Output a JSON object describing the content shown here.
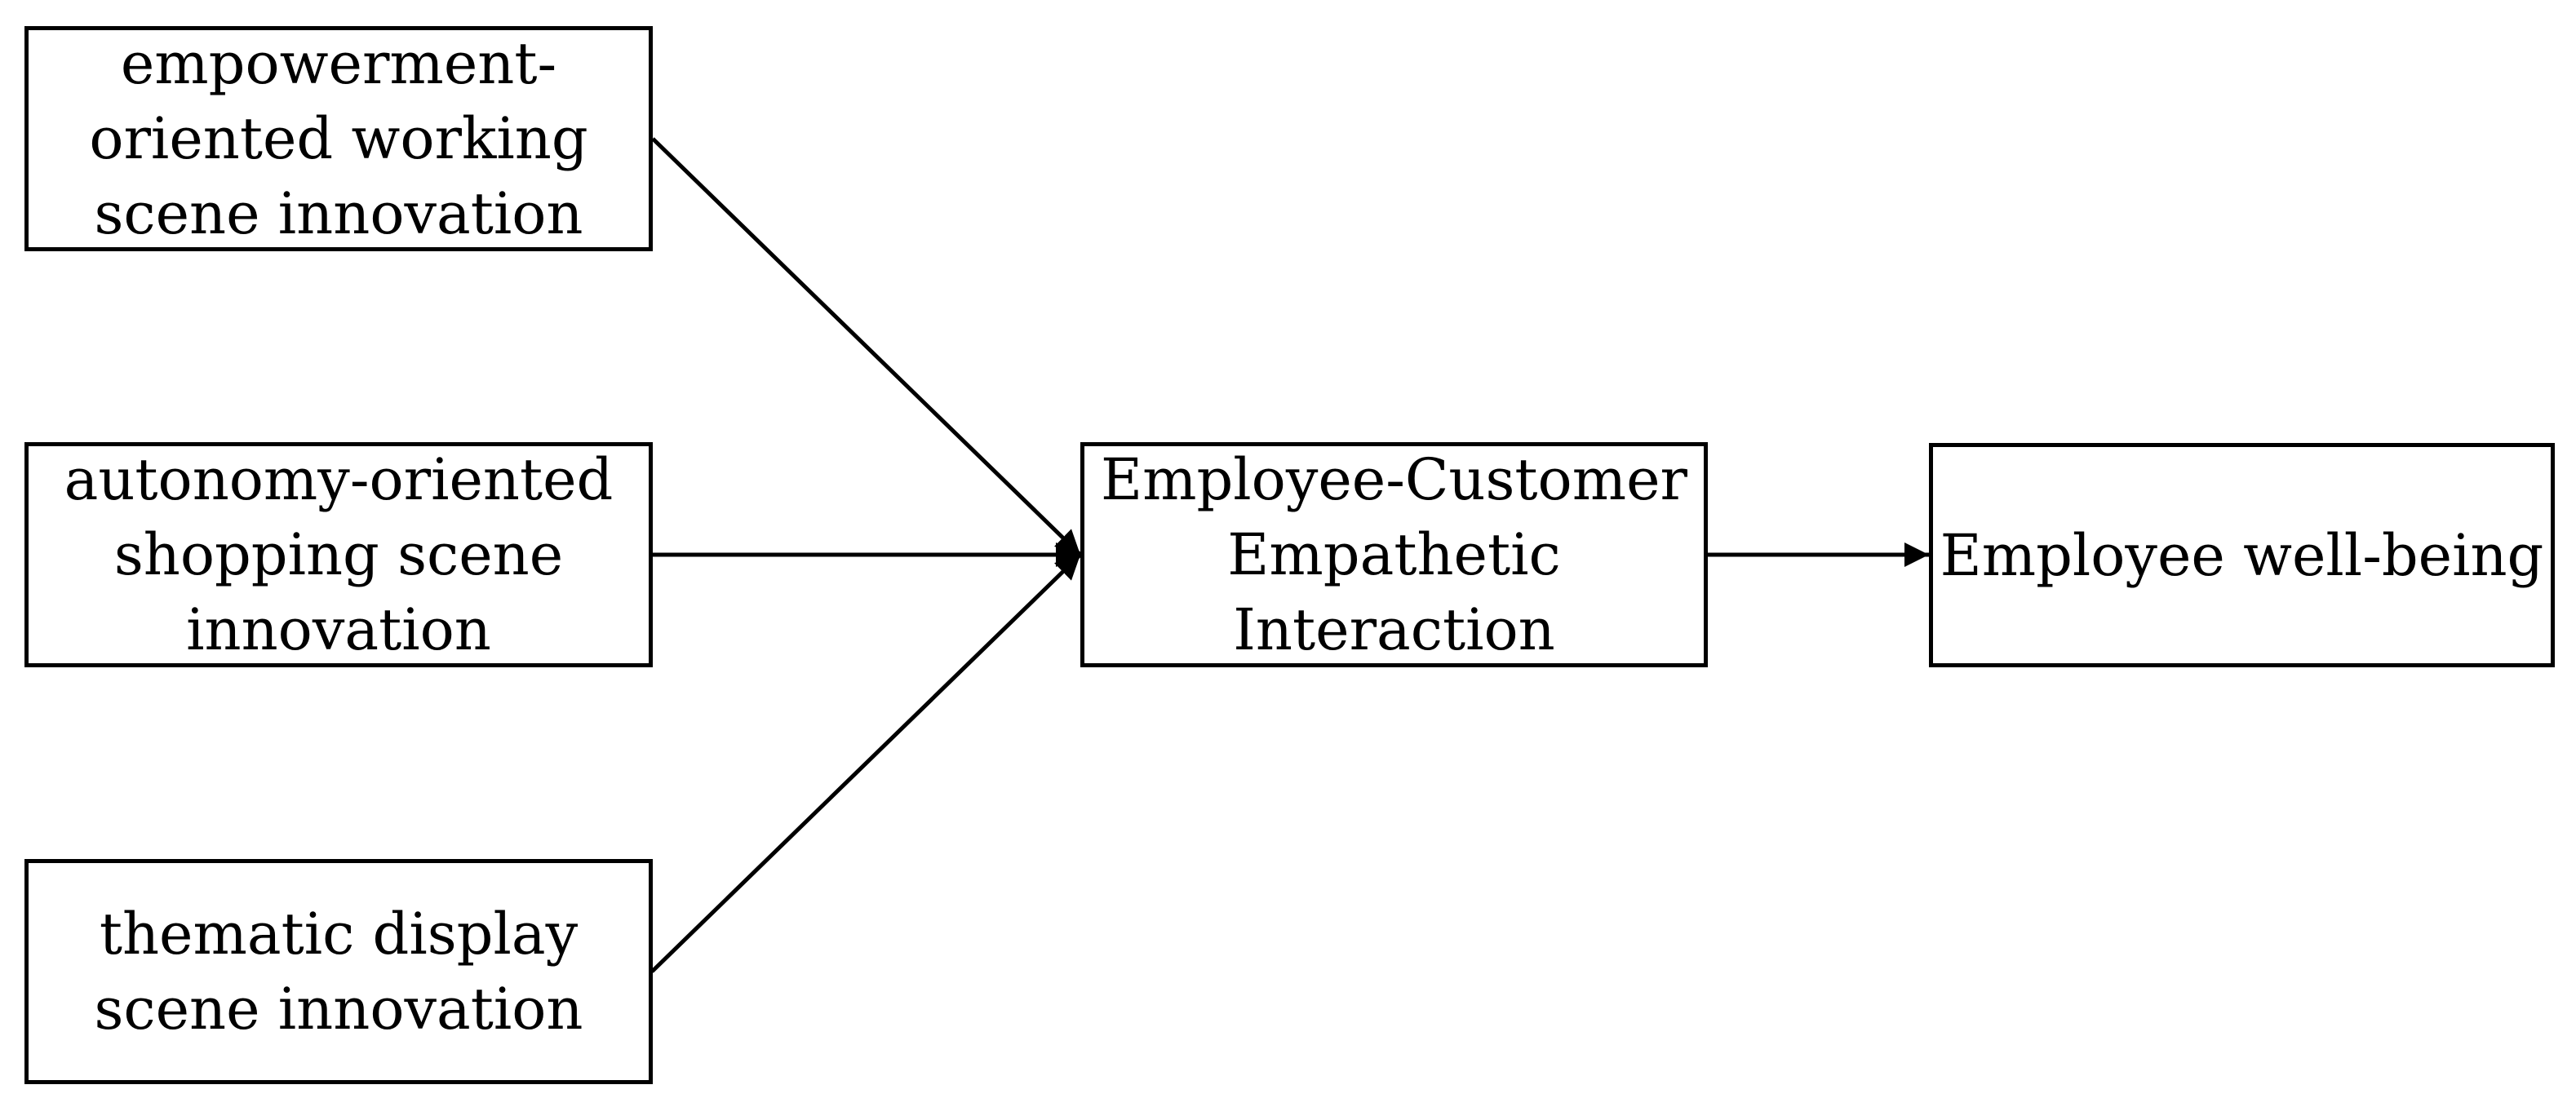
{
  "figure": {
    "background_color": "#ffffff",
    "line_color": "#000000",
    "text_color": "#000000",
    "nodes": {
      "empowerment": {
        "label": "empowerment-oriented working scene innovation",
        "lines": [
          "empowerment-",
          "oriented working",
          "scene innovation"
        ]
      },
      "autonomy": {
        "label": "autonomy-oriented shopping scene innovation",
        "lines": [
          "autonomy-oriented",
          "shopping scene",
          "innovation"
        ]
      },
      "thematic": {
        "label": "thematic display scene innovation",
        "lines": [
          "thematic display",
          "scene innovation"
        ]
      },
      "interaction": {
        "label": "Employee-Customer Empathetic Interaction",
        "lines": [
          "Employee-Customer",
          "Empathetic",
          "Interaction"
        ]
      },
      "wellbeing": {
        "label": "Employee well-being",
        "lines": [
          "Employee well-being"
        ]
      }
    },
    "edges": [
      {
        "from": "empowerment",
        "to": "interaction"
      },
      {
        "from": "autonomy",
        "to": "interaction"
      },
      {
        "from": "thematic",
        "to": "interaction"
      },
      {
        "from": "interaction",
        "to": "wellbeing"
      }
    ]
  }
}
